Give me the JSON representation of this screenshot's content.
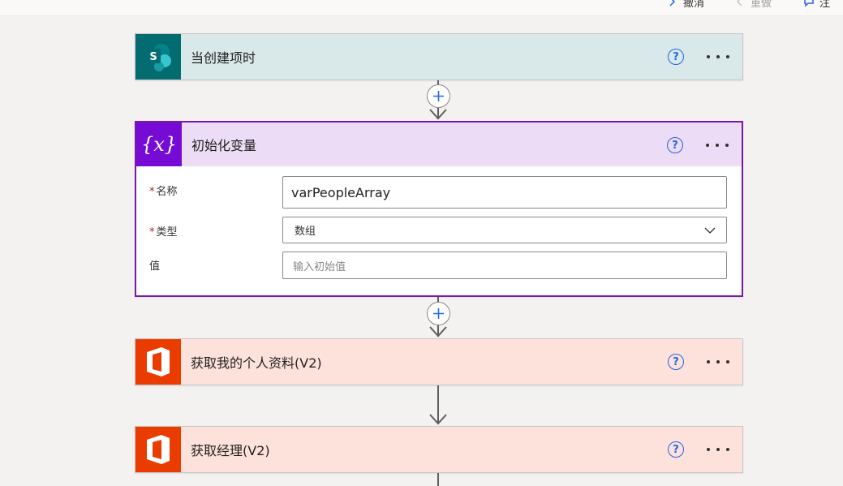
{
  "topbar": {
    "undo_label": "撤消",
    "redo_label": "重做",
    "comment_label": "注"
  },
  "steps": [
    {
      "title": "当创建项时",
      "connector": "sharepoint-icon",
      "accent": "#036c70",
      "header_bg": "#d9e8e8"
    },
    {
      "title": "初始化变量",
      "connector": "variable-icon",
      "accent": "#770bd6",
      "header_bg": "#ecdcf6",
      "fields": {
        "name_label": "名称",
        "name_value": "varPeopleArray",
        "type_label": "类型",
        "type_value": "数组",
        "value_label": "值",
        "value_placeholder": "输入初始值",
        "required_mark": "*"
      }
    },
    {
      "title": "获取我的个人资料(V2)",
      "connector": "office365-icon",
      "accent": "#eb3c00",
      "header_bg": "#fce2db"
    },
    {
      "title": "获取经理(V2)",
      "connector": "office365-icon",
      "accent": "#eb3c00",
      "header_bg": "#fce2db"
    }
  ],
  "help_glyph": "?"
}
